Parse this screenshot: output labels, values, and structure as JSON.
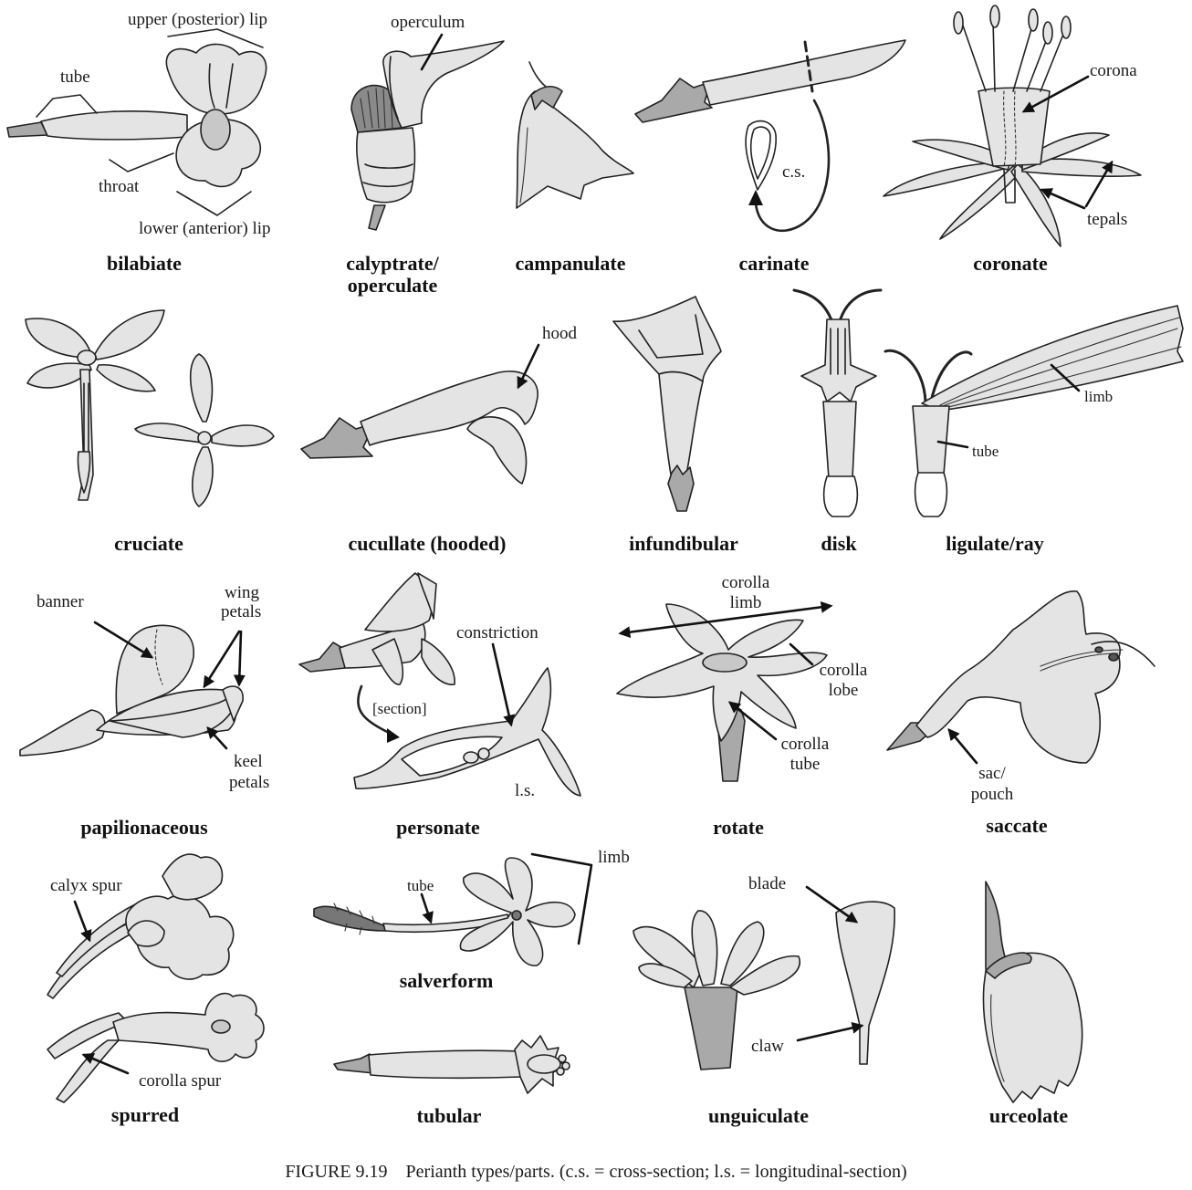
{
  "labels": {
    "upper_lip": "upper (posterior) lip",
    "tube": "tube",
    "throat": "throat",
    "lower_lip": "lower (anterior) lip",
    "operculum": "operculum",
    "cs": "c.s.",
    "corona": "corona",
    "tepals": "tepals",
    "hood": "hood",
    "limb": "limb",
    "tube_small": "tube",
    "banner": "banner",
    "wing_petals_1": "wing",
    "wing_petals_2": "petals",
    "keel_petals_1": "keel",
    "keel_petals_2": "petals",
    "constriction": "constriction",
    "section": "[section]",
    "ls": "l.s.",
    "corolla_limb_1": "corolla",
    "corolla_limb_2": "limb",
    "corolla_lobe_1": "corolla",
    "corolla_lobe_2": "lobe",
    "corolla_tube_1": "corolla",
    "corolla_tube_2": "tube",
    "sac_pouch_1": "sac/",
    "sac_pouch_2": "pouch",
    "calyx_spur": "calyx spur",
    "corolla_spur": "corolla spur",
    "limb_salver": "limb",
    "tube_salver": "tube",
    "blade": "blade",
    "claw": "claw"
  },
  "types": {
    "bilabiate": "bilabiate",
    "calyptrate_1": "calyptrate/",
    "calyptrate_2": "operculate",
    "campanulate": "campanulate",
    "carinate": "carinate",
    "coronate": "coronate",
    "cruciate": "cruciate",
    "cucullate": "cucullate (hooded)",
    "infundibular": "infundibular",
    "disk": "disk",
    "ligulate": "ligulate/ray",
    "papilionaceous": "papilionaceous",
    "personate": "personate",
    "rotate": "rotate",
    "saccate": "saccate",
    "spurred": "spurred",
    "salverform": "salverform",
    "tubular": "tubular",
    "unguiculate": "unguiculate",
    "urceolate": "urceolate"
  },
  "caption": "FIGURE 9.19    Perianth types/parts. (c.s. = cross-section; l.s. = longitudinal-section)"
}
